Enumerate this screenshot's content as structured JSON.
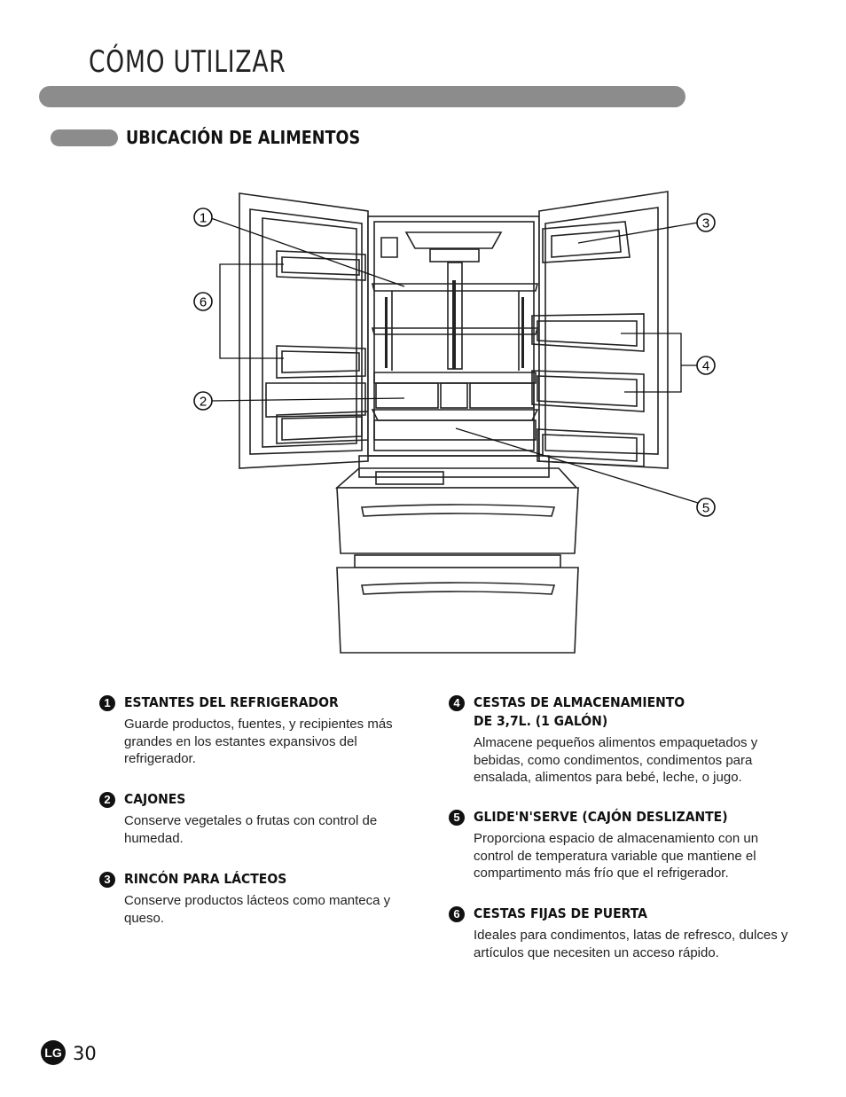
{
  "header": {
    "page_title": "CÓMO UTILIZAR",
    "section_title": "UBICACIÓN DE ALIMENTOS"
  },
  "diagram": {
    "callouts": [
      "1",
      "2",
      "3",
      "4",
      "5",
      "6"
    ]
  },
  "items": [
    {
      "number": "1",
      "title": "ESTANTES DEL REFRIGERADOR",
      "body": "Guarde productos, fuentes, y recipientes más grandes en los estantes expansivos del refrigerador."
    },
    {
      "number": "2",
      "title": "CAJONES",
      "body": "Conserve vegetales o frutas con control de humedad."
    },
    {
      "number": "3",
      "title": "RINCÓN PARA LÁCTEOS",
      "body": "Conserve productos lácteos como manteca y queso."
    },
    {
      "number": "4",
      "title": "CESTAS DE ALMACENAMIENTO",
      "title_line2": "DE 3,7L. (1 GALÓN)",
      "body": "Almacene pequeños alimentos empaquetados y bebidas, como condimentos, condimentos para ensalada, alimentos para bebé, leche, o jugo."
    },
    {
      "number": "5",
      "title": "GLIDE'N'SERVE (CAJÓN DESLIZANTE)",
      "body": "Proporciona espacio de almacenamiento con un control de temperatura variable que mantiene el compartimento más frío que el refrigerador."
    },
    {
      "number": "6",
      "title": "CESTAS FIJAS DE PUERTA",
      "body": "Ideales para condimentos, latas de refresco, dulces y artículos que necesiten un acceso rápido."
    }
  ],
  "footer": {
    "logo_text": "LG",
    "page_number": "30"
  }
}
